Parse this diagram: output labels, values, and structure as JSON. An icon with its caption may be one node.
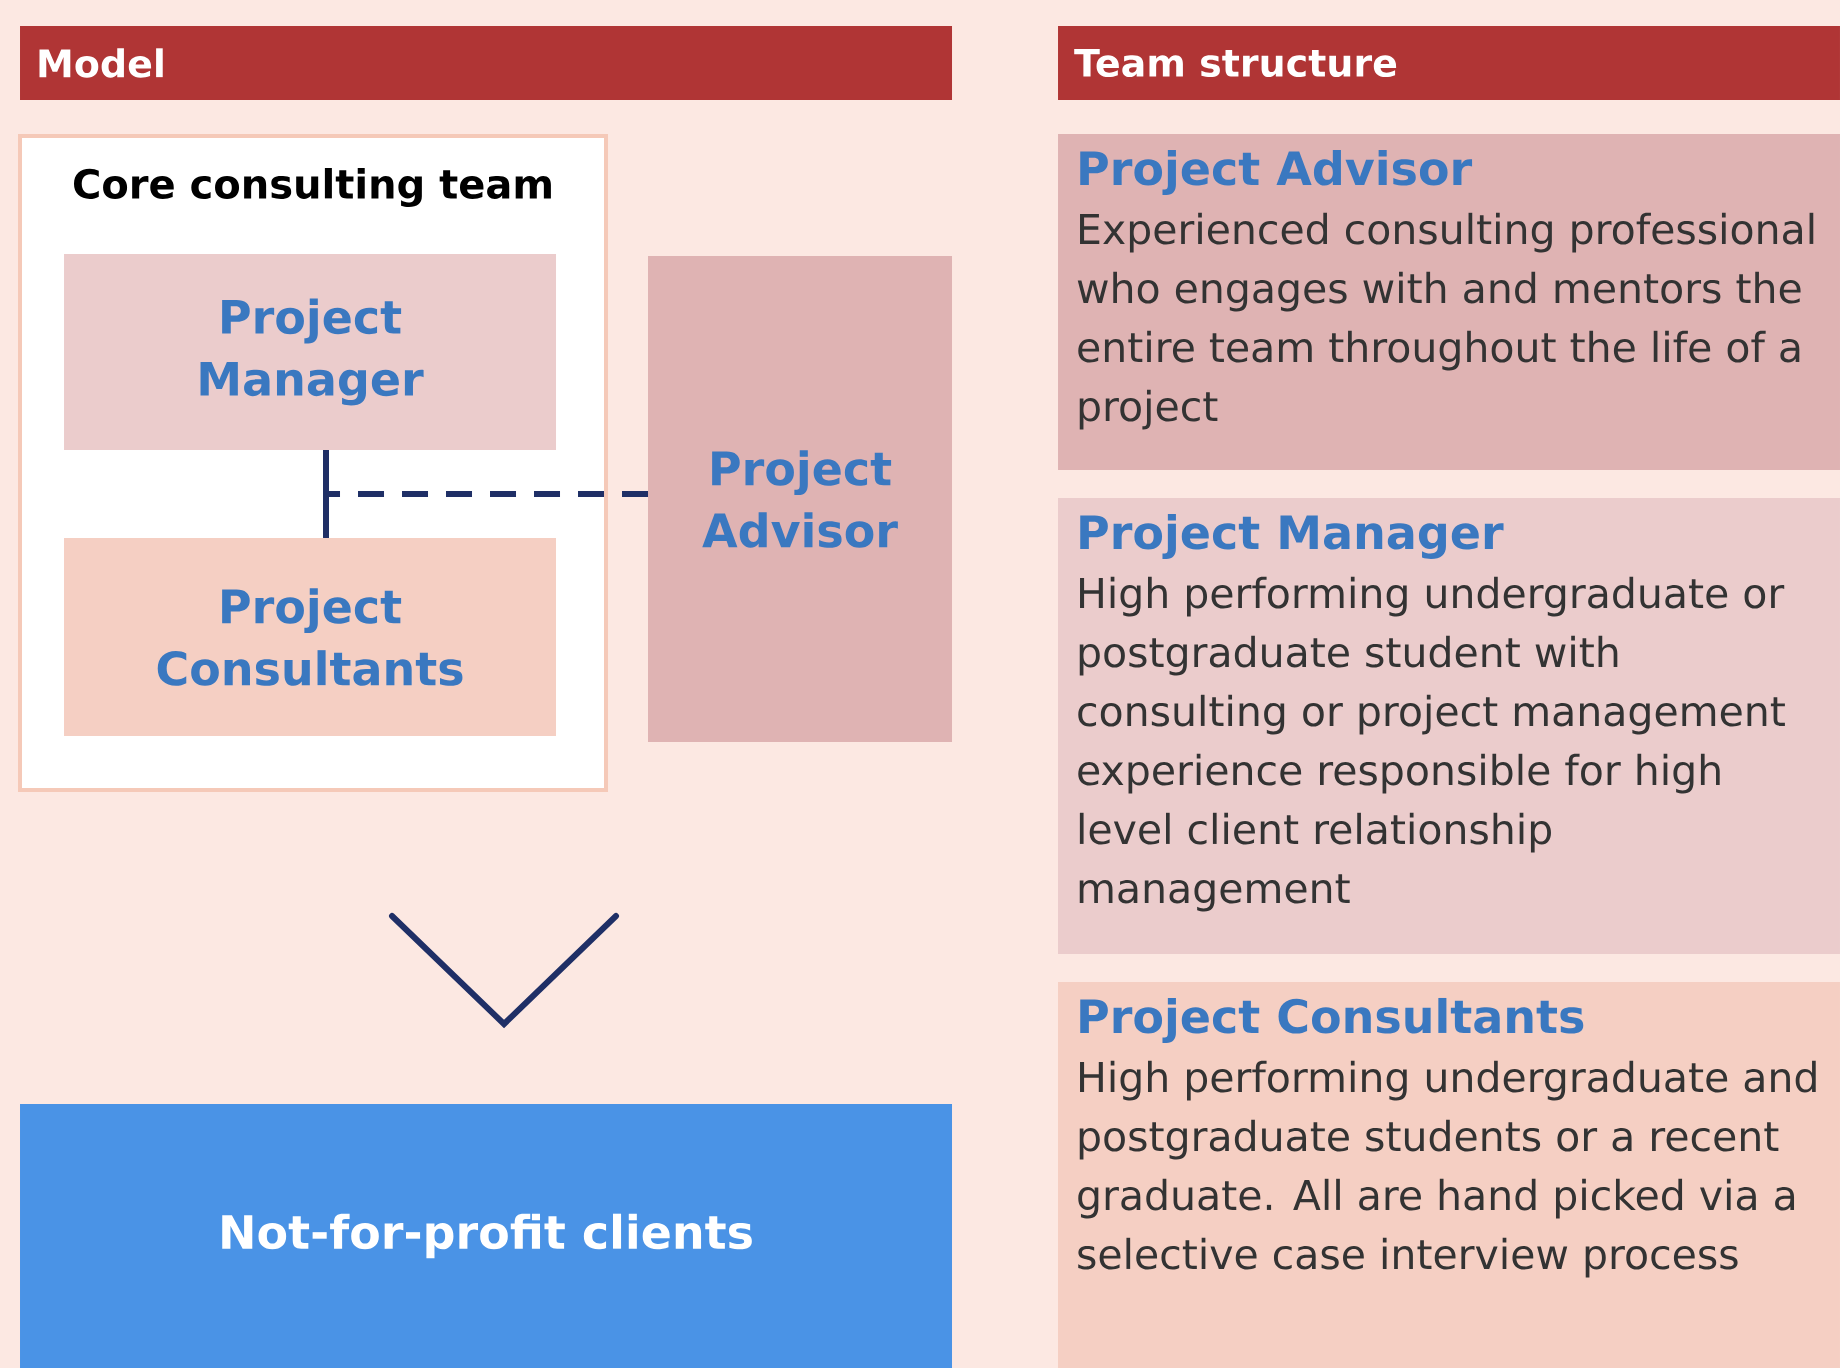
{
  "diagram": {
    "nodes": [
      {
        "text": [
          "Model"
        ]
      },
      {
        "text": [
          "Core consulting team"
        ]
      },
      {
        "text": [
          "Project Manager"
        ],
        "in": 1
      },
      {
        "text": [
          "Project Consultants"
        ],
        "in": 1
      },
      {
        "text": [
          "Project Advisor"
        ]
      },
      {
        "text": [
          "Not-for-profit clients"
        ]
      },
      {
        "text": [
          "Team structure"
        ]
      },
      {
        "text": [
          "Project Advisor",
          "Experienced consulting professional who engages with and mentors the entire team throughout the life of a project"
        ]
      },
      {
        "text": [
          "Project Manager",
          "High performing undergraduate or postgraduate student with consulting or project management experience responsible for high level client relationship management"
        ]
      },
      {
        "text": [
          "Project Consultants",
          "High performing undergraduate and postgraduate students or a recent graduate. All are hand picked via a selective case interview process"
        ]
      }
    ],
    "edges": [
      {
        "from": 2,
        "to": 3,
        "arrow": "none"
      },
      {
        "from": 4,
        "to": null,
        "arrow": "none",
        "style": "dashed"
      }
    ]
  }
}
